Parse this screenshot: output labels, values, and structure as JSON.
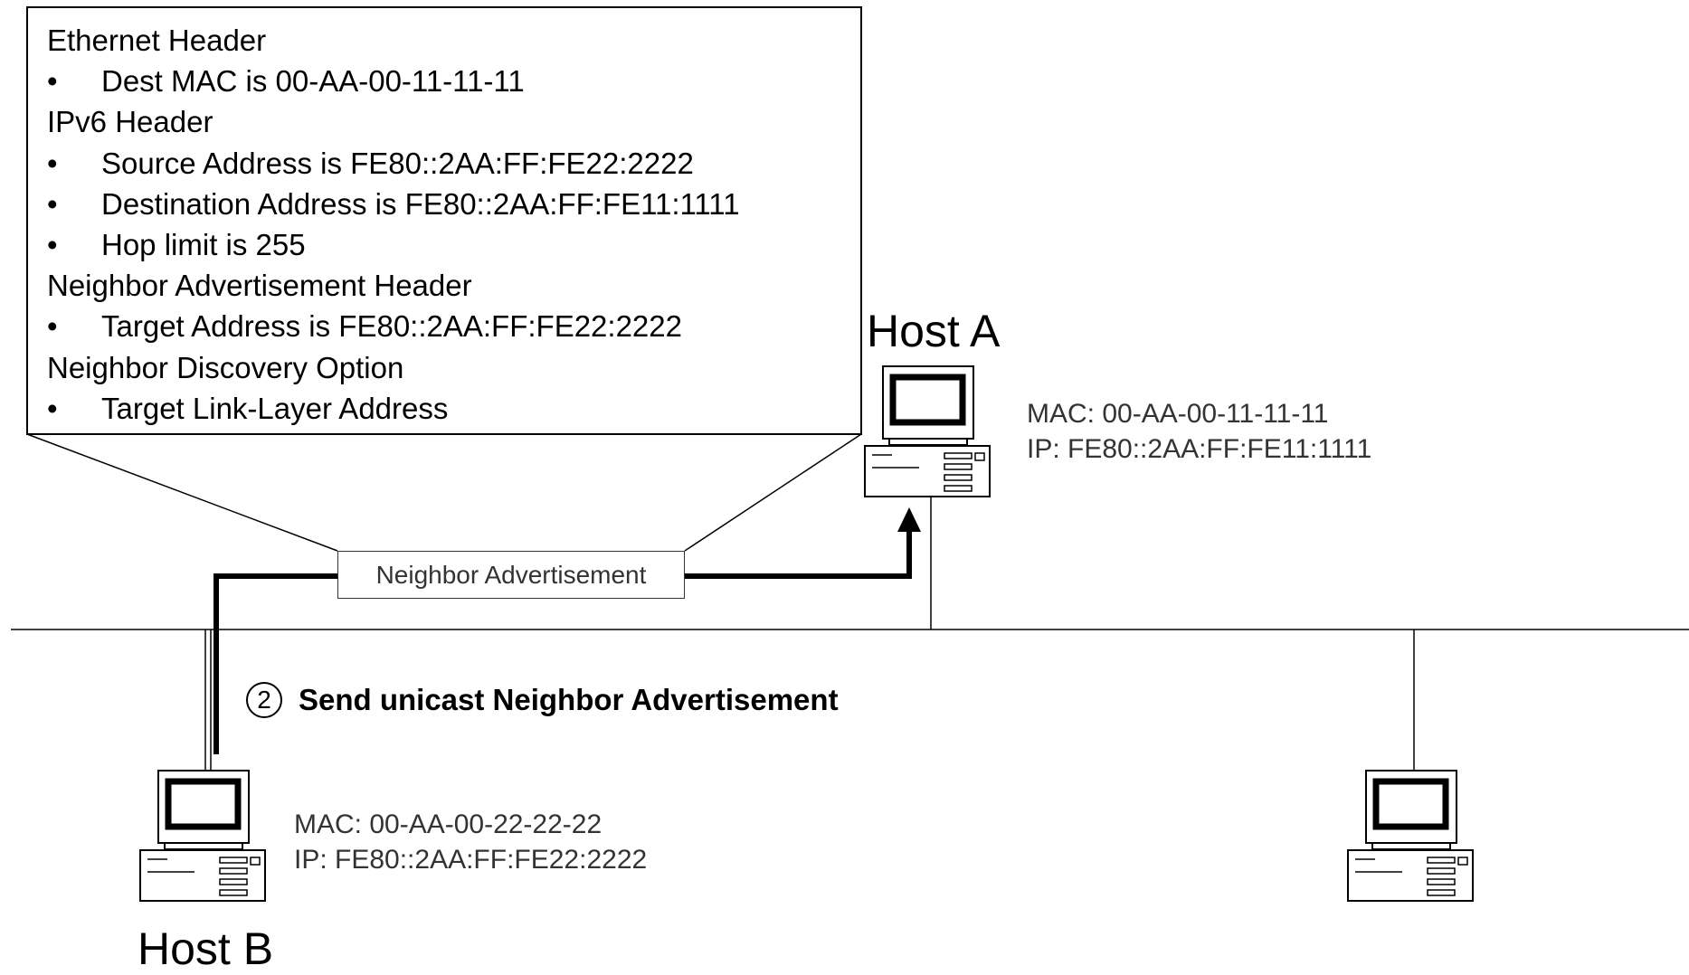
{
  "callout": {
    "lines": [
      {
        "text": "Ethernet Header",
        "bullet": false
      },
      {
        "text": "Dest MAC is 00-AA-00-11-11-11",
        "bullet": true
      },
      {
        "text": "IPv6 Header",
        "bullet": false
      },
      {
        "text": "Source Address is FE80::2AA:FF:FE22:2222",
        "bullet": true
      },
      {
        "text": "Destination Address is FE80::2AA:FF:FE11:1111",
        "bullet": true
      },
      {
        "text": "Hop limit is 255",
        "bullet": true
      },
      {
        "text": "Neighbor Advertisement Header",
        "bullet": false
      },
      {
        "text": "Target Address is FE80::2AA:FF:FE22:2222",
        "bullet": true
      },
      {
        "text": "Neighbor Discovery Option",
        "bullet": false
      },
      {
        "text": "Target Link-Layer Address",
        "bullet": true
      }
    ],
    "bullet_char": "•"
  },
  "host_a": {
    "name": "Host A",
    "mac": "MAC: 00-AA-00-11-11-11",
    "ip": "IP: FE80::2AA:FF:FE11:1111"
  },
  "host_b": {
    "name": "Host B",
    "mac": "MAC: 00-AA-00-22-22-22",
    "ip": "IP: FE80::2AA:FF:FE22:2222"
  },
  "packet_label": "Neighbor Advertisement",
  "step": {
    "number": "2",
    "text": "Send unicast Neighbor Advertisement"
  }
}
